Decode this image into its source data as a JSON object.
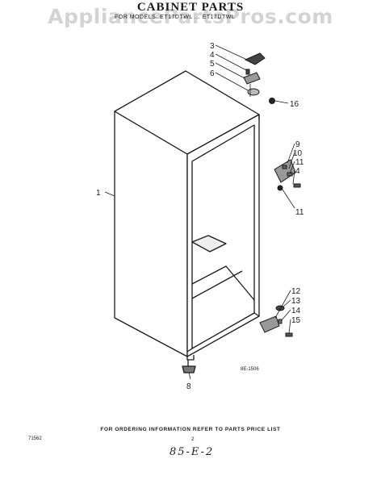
{
  "watermark": "AppliancePartsPros.com",
  "title": "CABINET PARTS",
  "model_line": "FOR MODELS: ET17DTWL ... ET17DTWL",
  "diagram_ref": "8E-1506",
  "footer_note": "FOR ORDERING INFORMATION REFER TO PARTS PRICE LIST",
  "doc_code": "71562",
  "page_number": "2",
  "handwritten": "85-E-2",
  "callouts": [
    "1",
    "3",
    "4",
    "5",
    "6",
    "16",
    "9",
    "10",
    "11",
    "4",
    "11",
    "12",
    "13",
    "14",
    "15",
    "8"
  ]
}
